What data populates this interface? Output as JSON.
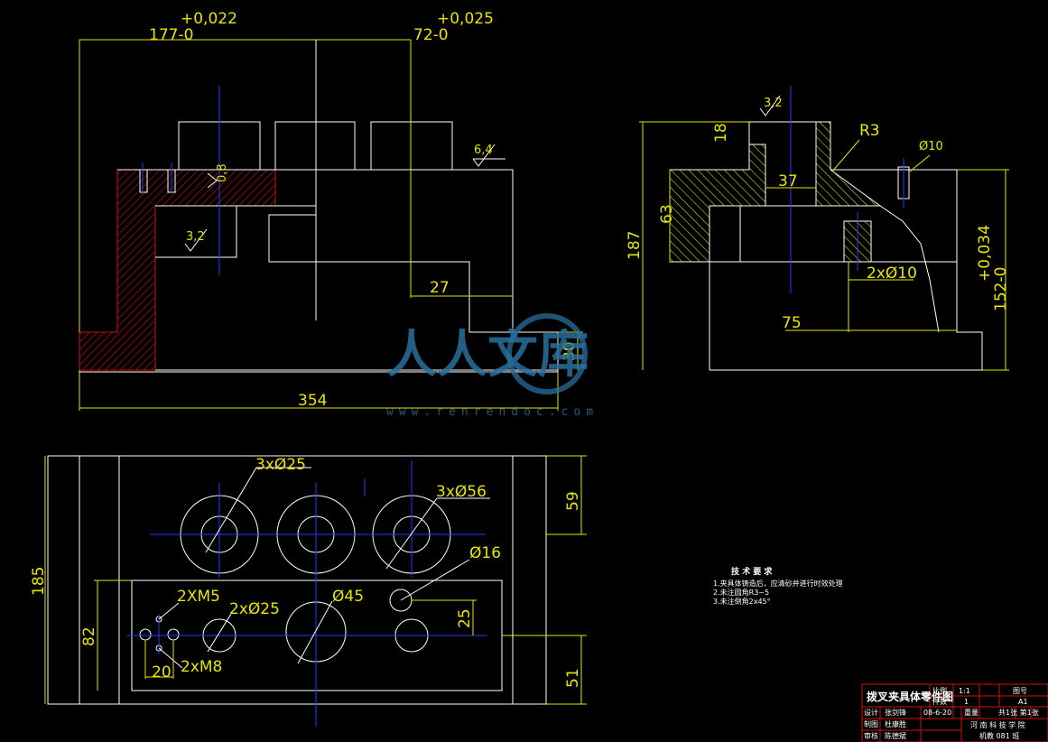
{
  "front_view": {
    "tol_left": "+0,022",
    "dim_left": "177-0",
    "tol_right": "+0,025",
    "dim_right": "72-0",
    "rough_64": "6,4",
    "rough_32": "3,2",
    "rough_08": "0,8",
    "dim_27": "27",
    "dim_30": "30",
    "dim_354": "354"
  },
  "side_view": {
    "rough_32": "3,2",
    "dim_18": "18",
    "dim_r3": "R3",
    "dim_phi10": "Ø10",
    "dim_37": "37",
    "dim_63": "63",
    "dim_187": "187",
    "dim_2phi10": "2xØ10",
    "tol_152": "+0,034",
    "dim_152": "152-0",
    "dim_75": "75"
  },
  "top_view": {
    "dim_3phi25": "3xØ25",
    "dim_3phi56": "3xØ56",
    "dim_phi16": "Ø16",
    "dim_2xm5": "2XM5",
    "dim_2phi25": "2xØ25",
    "dim_phi45": "Ø45",
    "dim_2xm8": "2xM8",
    "dim_59": "59",
    "dim_185": "185",
    "dim_82": "82",
    "dim_25": "25",
    "dim_20": "20",
    "dim_51": "51"
  },
  "tech_notes": {
    "title": "技 术 要 求",
    "line1": "1.夹具体铸造后，应清砂并进行时效处理",
    "line2": "2.未注圆角R3~5",
    "line3": "3.未注倒角2x45°"
  },
  "title_block": {
    "drawing_name": "拨叉夹具体零件图",
    "scale_label": "比例",
    "scale_value": "1:1",
    "drawing_no_label": "图号",
    "qty_label": "件数",
    "qty_value": "1",
    "size_value": "A1",
    "design_label": "设计",
    "designer": "张剑锋",
    "date": "08-6-20",
    "weight_label": "重量",
    "sheet_info": "共1张 第1张",
    "draw_label": "制图",
    "drafter": "杜康胜",
    "review_label": "审核",
    "reviewer": "陈德斌",
    "school": "河 南 科 技 学 院",
    "class_info": "机教 081 班"
  },
  "watermark": {
    "text": "人人文库",
    "url": "www.renrendoc.com"
  },
  "colors": {
    "background": "#000000",
    "outline": "#ffffff",
    "dimension": "#e6e600",
    "centerline": "#1f3cff",
    "section_hatch": "#d01010"
  }
}
